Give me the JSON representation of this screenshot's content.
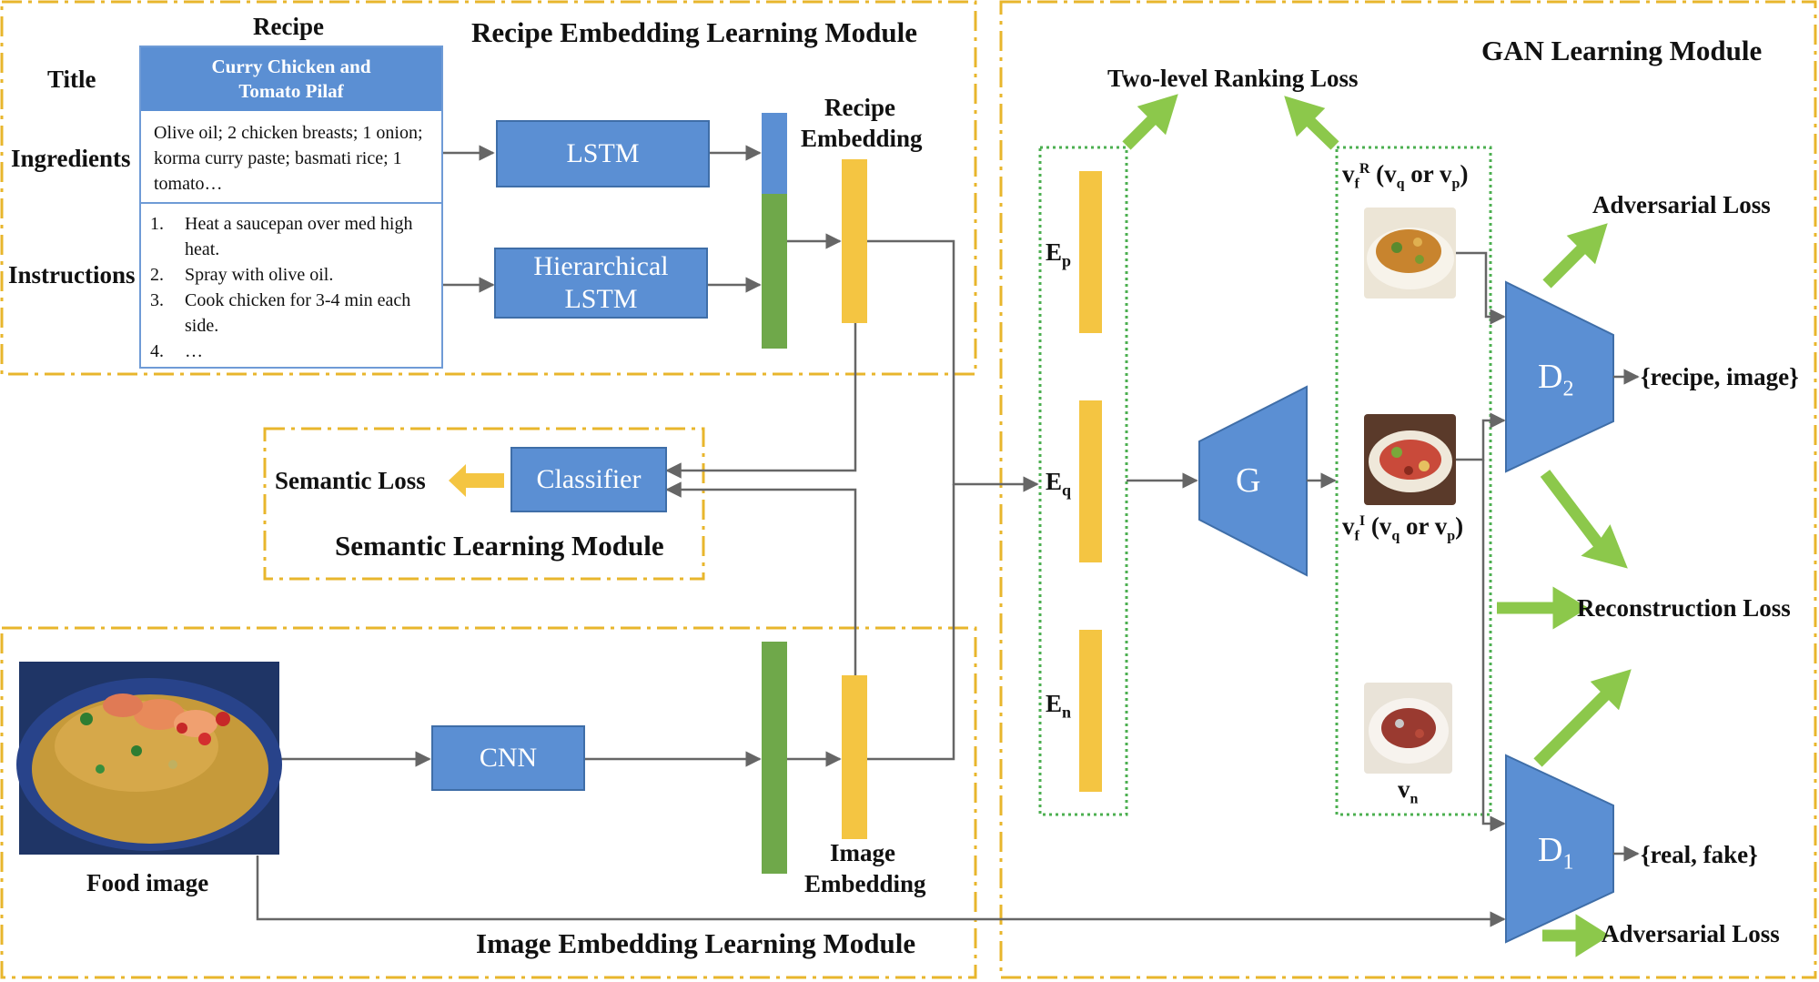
{
  "modules": {
    "recipe_module": "Recipe Embedding Learning Module",
    "gan_module": "GAN Learning Module",
    "semantic_module": "Semantic Learning Module",
    "image_module": "Image Embedding Learning Module"
  },
  "recipe": {
    "header": "Recipe",
    "title_label": "Title",
    "ingredients_label": "Ingredients",
    "instructions_label": "Instructions",
    "title_line1": "Curry Chicken and",
    "title_line2": "Tomato Pilaf",
    "ingredients_text": "Olive oil; 2 chicken breasts; 1 onion; korma curry paste; basmati rice; 1 tomato…",
    "instructions": [
      {
        "num": "1.",
        "text": "Heat a saucepan over med high heat."
      },
      {
        "num": "2.",
        "text": "Spray with olive oil."
      },
      {
        "num": "3.",
        "text": "Cook chicken for 3-4 min each side."
      },
      {
        "num": "4.",
        "text": "…"
      }
    ]
  },
  "blocks": {
    "lstm": "LSTM",
    "hier_line1": "Hierarchical",
    "hier_line2": "LSTM",
    "classifier": "Classifier",
    "cnn": "CNN"
  },
  "labels": {
    "recipe_embedding_line1": "Recipe",
    "recipe_embedding_line2": "Embedding",
    "image_embedding_line1": "Image",
    "image_embedding_line2": "Embedding",
    "semantic_loss": "Semantic Loss",
    "food_image": "Food image",
    "two_level_loss": "Two-level Ranking Loss",
    "adversarial_loss_top": "Adversarial Loss",
    "adversarial_loss_bottom": "Adversarial Loss",
    "reconstruction_loss": "Reconstruction Loss",
    "output_d2": "{recipe, image}",
    "output_d1": "{real, fake}"
  },
  "gan": {
    "ep": {
      "main": "E",
      "sub": "p"
    },
    "eq": {
      "main": "E",
      "sub": "q"
    },
    "en": {
      "main": "E",
      "sub": "n"
    },
    "g": "G",
    "d2": {
      "main": "D",
      "sub": "2"
    },
    "d1": {
      "main": "D",
      "sub": "1"
    },
    "vfr": {
      "main": "v",
      "sub": "f",
      "sup": "R",
      "rest_open": " (v",
      "q": "q",
      "or": " or v",
      "p": "p",
      "close": ")"
    },
    "vfi": {
      "main": "v",
      "sub": "f",
      "sup": "I",
      "rest_open": " (v",
      "q": "q",
      "or": " or v",
      "p": "p",
      "close": ")"
    },
    "vn": {
      "main": "v",
      "sub": "n"
    }
  },
  "colors": {
    "block_blue": "#5b8fd3",
    "embed_yellow": "#f4c542",
    "embed_green": "#6fa84a",
    "loss_green": "#8cc84b",
    "semantic_arrow": "#f4c542",
    "module_border": "#e8b62c",
    "dotted_box": "#4caf50",
    "connector": "#666666"
  }
}
